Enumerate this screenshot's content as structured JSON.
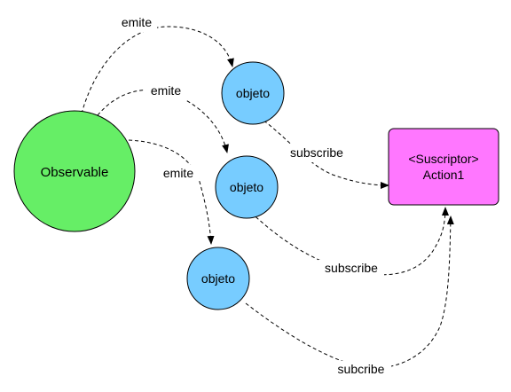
{
  "nodes": {
    "observable": {
      "label": "Observable",
      "fill": "#66ee66"
    },
    "objeto_1": {
      "label": "objeto",
      "fill": "#77ccff"
    },
    "objeto_2": {
      "label": "objeto",
      "fill": "#77ccff"
    },
    "objeto_3": {
      "label": "objeto",
      "fill": "#77ccff"
    },
    "suscriptor": {
      "line1": "<Suscriptor>",
      "line2": "Action1",
      "fill": "#ff77ff"
    }
  },
  "edges": {
    "emite_1": "emite",
    "emite_2": "emite",
    "emite_3": "emite",
    "subscribe_1": "subscribe",
    "subscribe_2": "subscribe",
    "subcribe_3": "subcribe"
  }
}
